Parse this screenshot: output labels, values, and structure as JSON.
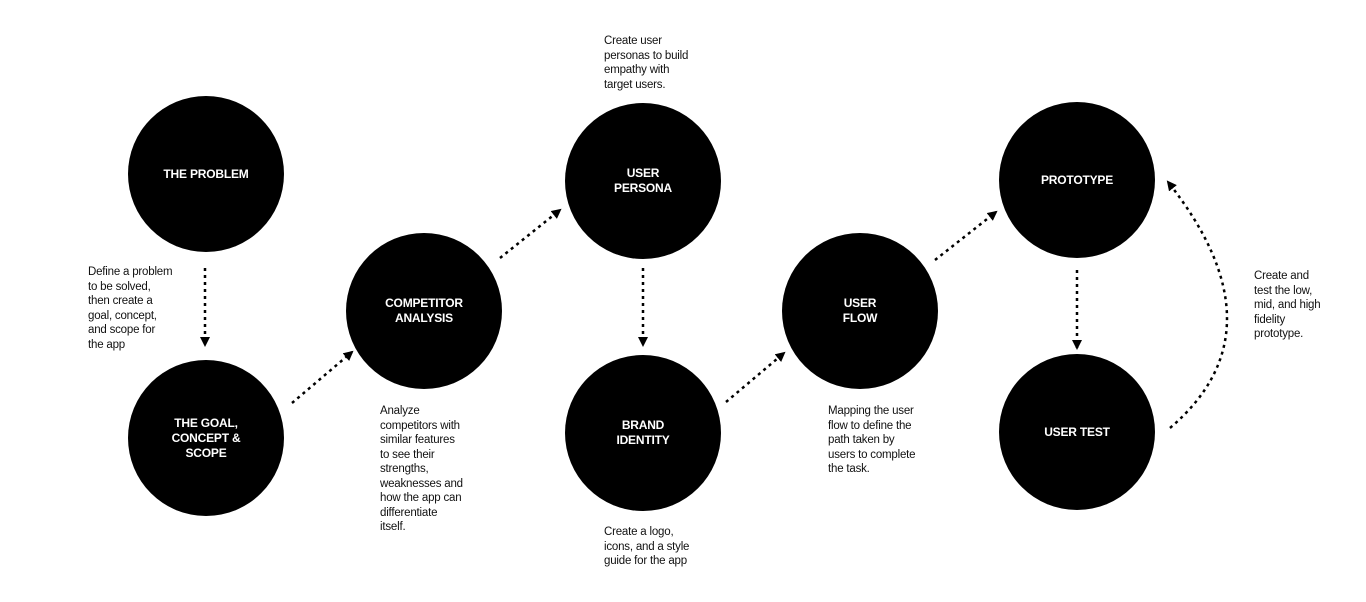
{
  "steps": [
    {
      "label": "THE PROBLEM"
    },
    {
      "label": "THE GOAL,\nCONCEPT &\nSCOPE"
    },
    {
      "label": "COMPETITOR\nANALYSIS"
    },
    {
      "label": "USER\nPERSONA"
    },
    {
      "label": "BRAND\nIDENTITY"
    },
    {
      "label": "USER\nFLOW"
    },
    {
      "label": "PROTOTYPE"
    },
    {
      "label": "USER TEST"
    }
  ],
  "notes": {
    "problem": "Define a problem\nto be solved,\nthen create a\ngoal, concept,\nand scope for\nthe app",
    "competitor": "Analyze\ncompetitors with\nsimilar features\nto see their\nstrengths,\nweaknesses and\nhow the app can\ndifferentiate\nitself.",
    "persona": "Create user\npersonas to build\nempathy with\ntarget users.",
    "brand": "Create a logo,\nicons, and a style\nguide for the app",
    "flow": "Mapping the user\nflow to define the\npath taken by\nusers to complete\nthe task.",
    "prototype": "Create and\ntest the low,\nmid, and high\nfidelity\nprototype."
  }
}
